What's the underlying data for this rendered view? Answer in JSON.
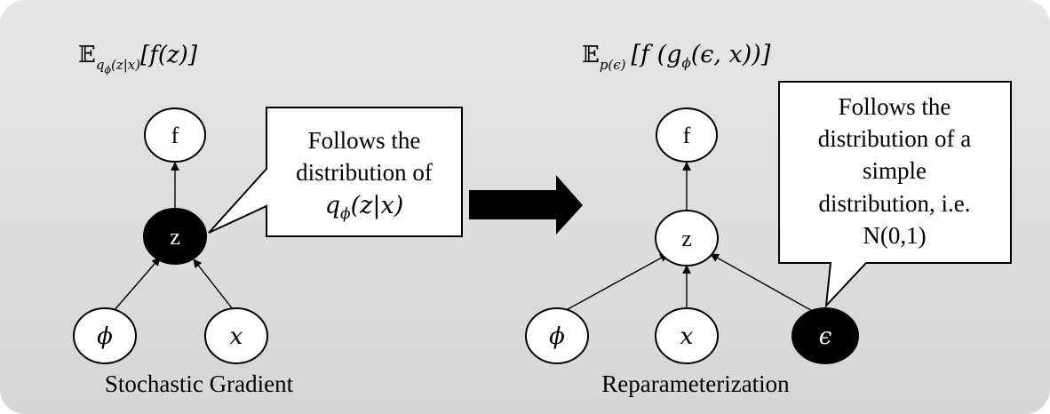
{
  "left": {
    "formula": {
      "expectation": "𝔼",
      "sub_q": "q",
      "sub_phi": "ϕ",
      "sub_rest": "(z|x)",
      "body": "[f(z)]"
    },
    "nodes": {
      "f": "f",
      "z": "z",
      "phi": "ϕ",
      "x": "x"
    },
    "callout": {
      "line1": "Follows the",
      "line2": "distribution of",
      "line3_q": "q",
      "line3_phi": "ϕ",
      "line3_rest": "(z|x)"
    },
    "caption": "Stochastic Gradient"
  },
  "right": {
    "formula": {
      "expectation": "𝔼",
      "sub": "p(ϵ)",
      "open": "[f (g",
      "g_sub": "ϕ",
      "close": "(ϵ, x))]"
    },
    "nodes": {
      "f": "f",
      "z": "z",
      "phi": "ϕ",
      "x": "x",
      "epsilon": "ϵ"
    },
    "callout": {
      "line1": "Follows the",
      "line2": "distribution of a",
      "line3": "simple",
      "line4": "distribution, i.e.",
      "line5": "N(0,1)"
    },
    "caption": "Reparameterization"
  },
  "colors": {
    "background_top": "#e6e6e6",
    "background_bottom": "#d6d6d6",
    "node_fill": "#ffffff",
    "observed_fill": "#000000",
    "stroke": "#000000"
  }
}
